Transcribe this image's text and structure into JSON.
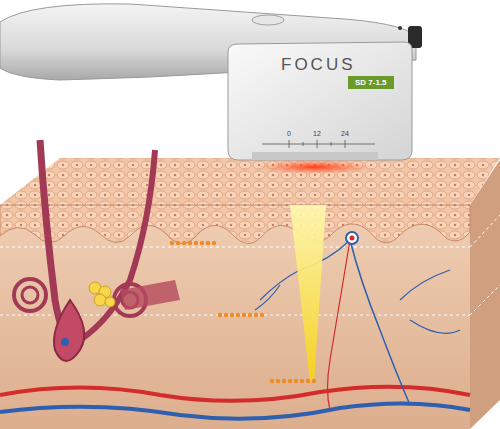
{
  "diagram": {
    "labels": [
      "FOCUS",
      "SD 7-1.5",
      "0",
      "12",
      "24"
    ]
  }
}
